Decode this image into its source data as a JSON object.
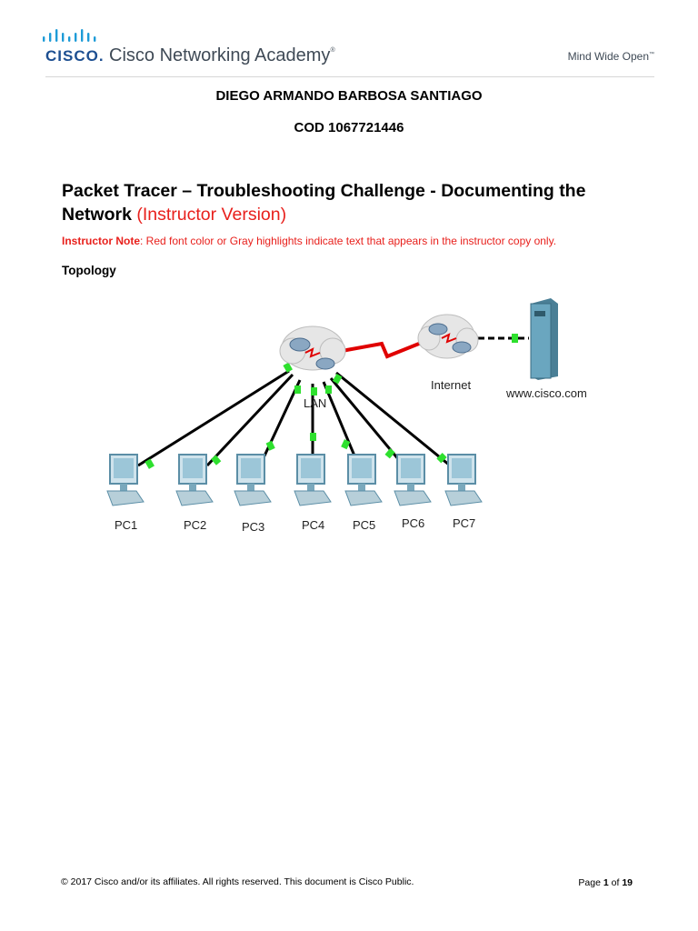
{
  "header": {
    "cisco_wordmark": "CISCO.",
    "academy": "Cisco Networking Academy",
    "academy_mark": "®",
    "tagline": "Mind Wide Open",
    "tagline_mark": "™"
  },
  "author": {
    "name": "DIEGO ARMANDO BARBOSA SANTIAGO",
    "code": "COD 1067721446"
  },
  "document": {
    "title": "Packet Tracer – Troubleshooting Challenge - Documenting the Network",
    "title_suffix": "(Instructor Version)",
    "note_label": "Instructor Note",
    "note_text": ": Red font color or Gray highlights indicate text that appears in the instructor copy only.",
    "section_heading": "Topology"
  },
  "topology": {
    "lan_label": "LAN",
    "internet_label": "Internet",
    "server_label": "www.cisco.com",
    "pcs": [
      "PC1",
      "PC2",
      "PC3",
      "PC4",
      "PC5",
      "PC6",
      "PC7"
    ]
  },
  "footer": {
    "copyright": "© 2017 Cisco and/or its affiliates. All rights reserved. This document is Cisco Public.",
    "page_prefix": "Page ",
    "page_current": "1",
    "page_of": " of ",
    "page_total": "19"
  },
  "colors": {
    "cisco_blue": "#1d4f91",
    "instructor_red": "#e8201c",
    "link_green": "#2ee02e",
    "wan_red": "#e00000"
  }
}
